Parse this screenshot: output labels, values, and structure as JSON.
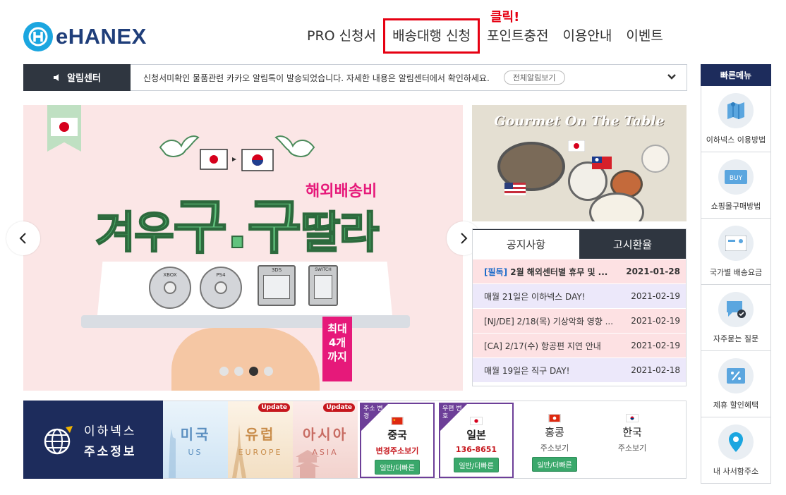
{
  "brand": {
    "logo_text": "eHANEX"
  },
  "nav": {
    "items": [
      "PRO 신청서",
      "배송대행 신청",
      "포인트충전",
      "이용안내",
      "이벤트"
    ],
    "highlight_note": "클릭!"
  },
  "alert": {
    "label": "알림센터",
    "message": "신청서미확인 물품관련 카카오 알림톡이 발송되었습니다. 자세한 내용은 알림센터에서 확인하세요.",
    "view_all": "전체알림보기"
  },
  "banner": {
    "subtitle": "해외배송비",
    "headline_pre": "겨우",
    "headline_mid": "구.구",
    "headline_post": "딸라",
    "max_tag": "최대 4개 까지",
    "disc1_label": "XBOX",
    "disc2_label": "PS4",
    "cart1_label": "3DS",
    "cart2_label": "SWITCH",
    "slide_count": 4,
    "active_slide": 3
  },
  "gourmet": {
    "title": "Gourmet On The Table"
  },
  "notice": {
    "tabs": [
      "공지사항",
      "고시환율"
    ],
    "rows": [
      {
        "tag": "[필독]",
        "title": " 2월 해외센터별 휴무 및 ...",
        "date": "2021-01-28"
      },
      {
        "tag": "",
        "title": "매월 21일은 이하넥스 DAY!",
        "date": "2021-02-19"
      },
      {
        "tag": "",
        "title": "[NJ/DE] 2/18(목) 기상악화 영향 ...",
        "date": "2021-02-19"
      },
      {
        "tag": "",
        "title": "[CA] 2/17(수) 항공편 지연 안내",
        "date": "2021-02-19"
      },
      {
        "tag": "",
        "title": "매월 19일은 직구 DAY!",
        "date": "2021-02-18"
      }
    ]
  },
  "address": {
    "title1": "이하넥스",
    "title2": "주소정보",
    "regions": [
      {
        "kr": "미국",
        "en": "US",
        "update": ""
      },
      {
        "kr": "유럽",
        "en": "EUROPE",
        "update": "Update"
      },
      {
        "kr": "아시아",
        "en": "ASIA",
        "update": "Update"
      }
    ],
    "countries": {
      "china": {
        "corner": "주소 변경",
        "name": "중국",
        "sub": "변경주소보기",
        "btn": "일반/더빠른"
      },
      "japan": {
        "corner": "우편 번호",
        "name": "일본",
        "sub": "136-8651",
        "btn": "일반/더빠른"
      },
      "hongkong": {
        "name": "홍콩",
        "sub": "주소보기",
        "btn": "일반/더빠른"
      },
      "korea": {
        "name": "한국",
        "sub": "주소보기"
      }
    }
  },
  "quick_menu": {
    "title": "빠른메뉴",
    "items": [
      "이하넥스 이용방법",
      "쇼핑몰구매방법",
      "국가별 배송요금",
      "자주묻는 질문",
      "제휴 할인혜택",
      "내 사서함주소"
    ],
    "buy_label": "BUY"
  },
  "colors": {
    "accent": "#1ba6e0",
    "navy": "#1d2c5c",
    "highlight": "#e60012",
    "purple": "#6d3f98",
    "green": "#3aa86b"
  }
}
